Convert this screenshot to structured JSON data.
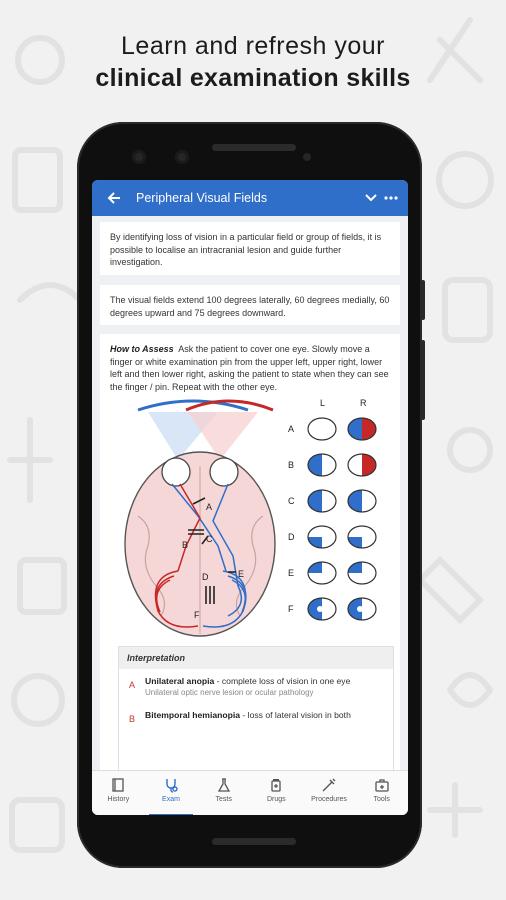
{
  "headline": {
    "line1": "Learn and refresh your",
    "line2": "clinical examination skills"
  },
  "appbar": {
    "title": "Peripheral Visual Fields"
  },
  "content": {
    "para1": "By identifying loss of vision in a particular field or group of fields, it is possible to localise an intracranial lesion and guide further investigation.",
    "para2": "The visual fields extend 100 degrees laterally, 60 degrees medially, 60 degrees upward and 75 degrees downward.",
    "how_to_label": "How to Assess",
    "how_to_text": "Ask the patient to cover one eye. Slowly move a finger or white examination pin from the upper left, upper right, lower left and then lower right, asking the patient to state when they can see the finger / pin. Repeat with the other eye."
  },
  "diagram": {
    "col_left": "L",
    "col_right": "R",
    "rows": [
      "A",
      "B",
      "C",
      "D",
      "E",
      "F"
    ],
    "path_labels": [
      "A",
      "B",
      "C",
      "D",
      "E",
      "F"
    ],
    "colors": {
      "blue": "#2f6fc9",
      "red": "#c62828",
      "brain": "#f6d7d7",
      "outline": "#333333"
    }
  },
  "interpretation": {
    "heading": "Interpretation",
    "items": [
      {
        "letter": "A",
        "title": "Unilateral anopia",
        "desc": " - complete loss of vision in one eye",
        "sub": "Unilateral optic nerve lesion or ocular pathology"
      },
      {
        "letter": "B",
        "title": "Bitemporal hemianopia",
        "desc": " - loss of lateral vision in both",
        "sub": ""
      }
    ]
  },
  "nav": {
    "items": [
      {
        "label": "History",
        "icon": "book-icon"
      },
      {
        "label": "Exam",
        "icon": "stethoscope-icon"
      },
      {
        "label": "Tests",
        "icon": "flask-icon"
      },
      {
        "label": "Drugs",
        "icon": "pill-bottle-icon"
      },
      {
        "label": "Procedures",
        "icon": "syringe-icon"
      },
      {
        "label": "Tools",
        "icon": "toolkit-icon"
      }
    ],
    "active": "Exam"
  }
}
